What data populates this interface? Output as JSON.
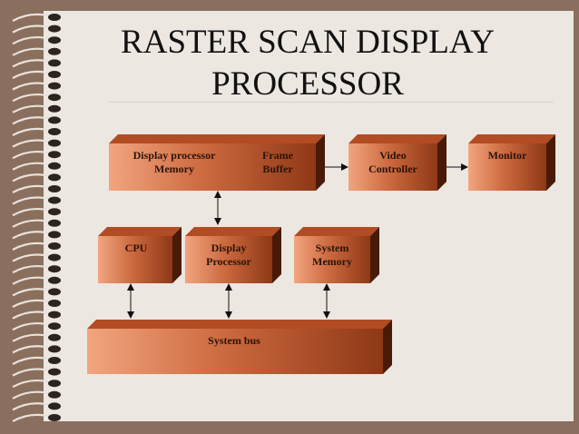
{
  "title": {
    "line1": "RASTER SCAN DISPLAY",
    "line2": "PROCESSOR"
  },
  "blocks": {
    "display_processor_memory": {
      "line1": "Display processor",
      "line2": "Memory"
    },
    "frame_buffer": {
      "line1": "Frame",
      "line2": "Buffer"
    },
    "video_controller": {
      "line1": "Video",
      "line2": "Controller"
    },
    "monitor": {
      "line1": "Monitor"
    },
    "cpu": {
      "line1": "CPU"
    },
    "display_processor": {
      "line1": "Display",
      "line2": "Processor"
    },
    "system_memory": {
      "line1": "System",
      "line2": "Memory"
    },
    "system_bus": {
      "line1": "System bus"
    }
  },
  "colors": {
    "block_light": "#f0a078",
    "block_mid": "#c8643a",
    "block_dark": "#8a3514",
    "block_top": "#b24c22",
    "block_side": "#4a1a08",
    "background": "#8b6f5e",
    "paper": "#ece7e1"
  }
}
